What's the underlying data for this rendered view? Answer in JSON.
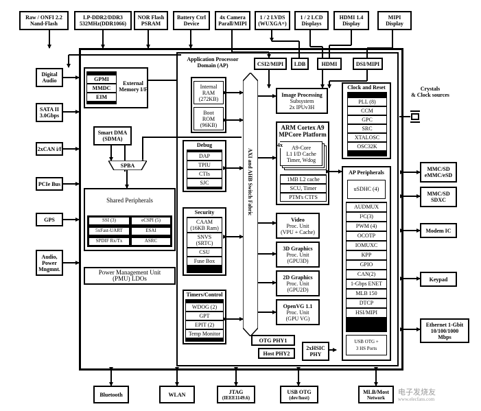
{
  "top": {
    "nand": [
      "Raw / ONFI 2.2",
      "Nand-Flash"
    ],
    "lpddr": [
      "LP-DDR2/DDR3",
      "532MHz(DDR1066)"
    ],
    "nor": [
      "NOR Flash",
      "PSRAM"
    ],
    "battery": [
      "Battery Ctrl",
      "Device"
    ],
    "camera": [
      "4x Camera",
      "Parall/MIPI"
    ],
    "lvds": [
      "1 / 2 LVDS",
      "(WUXGA+)"
    ],
    "lcd": [
      "1 / 2 LCD",
      "Displays"
    ],
    "hdmi": [
      "HDMI 1.4",
      "Display"
    ],
    "mipi": [
      "MIPI",
      "Display"
    ]
  },
  "left": {
    "digital_audio": [
      "Digital",
      "Audio"
    ],
    "sata": [
      "SATA II",
      "3.0Gbps"
    ],
    "can": "2xCAN i/f",
    "pcie": "PCIe Bus",
    "gps": "GPS",
    "audio_power": [
      "Audio,",
      "Power",
      "Mngmnt."
    ]
  },
  "right": {
    "crystals": [
      "Crystals",
      "& Clock sources"
    ],
    "mmc_emmc": [
      "MMC/SD",
      "eMMC/eSD"
    ],
    "mmc_sdxc": [
      "MMC/SD",
      "SDXC"
    ],
    "modem": "Modem IC",
    "keypad": "Keypad",
    "ethernet": [
      "Ethernet 1-Gbit",
      "10/100/1000",
      "Mbps"
    ]
  },
  "bottom": {
    "bluetooth": "Bluetooth",
    "wlan": "WLAN",
    "jtag": [
      "JTAG",
      "(IEEE1149.6)"
    ],
    "usb_otg": [
      "USB OTG",
      "(dev/host)"
    ],
    "mlb": [
      "MLB/Most",
      "Network"
    ]
  },
  "ext_mem": {
    "title": [
      "External",
      "Memory I/F"
    ],
    "items": [
      "GPMI",
      "MMDC",
      "EIM"
    ]
  },
  "sdma": [
    "Smart DMA",
    "(SDMA)"
  ],
  "spba": "SPBA",
  "shared": {
    "title": "Shared Peripherals",
    "items": [
      "SSI (3)",
      "eCSPI (5)",
      "5xFast-UART",
      "ESAI",
      "SPDIF Rx/Tx",
      "ASRC"
    ]
  },
  "pmu": [
    "Power Management Unit",
    "(PMU) LDOs"
  ],
  "ap_domain": [
    "Application Processor",
    "Domain (AP)"
  ],
  "csi": "CSI2/MIPI",
  "ldb": "LDB",
  "hdmi_blk": "HDMI",
  "dsi": "DSI/MIPI",
  "internal_ram": [
    "Internal",
    "RAM",
    "(272KB)"
  ],
  "boot_rom": [
    "Boot",
    "ROM",
    "(96KB)"
  ],
  "debug": {
    "title": "Debug",
    "items": [
      "DAP",
      "TPIU",
      "CTIs",
      "SJC"
    ]
  },
  "security": {
    "title": "Security",
    "caam": [
      "CAAM",
      "(16KB Ram)"
    ],
    "snvs": [
      "SNVS",
      "(SRTC)"
    ],
    "csu": "CSU",
    "fuse": "Fuse Box"
  },
  "timers": {
    "title": "Timers/Control",
    "items": [
      "WDOG (2)",
      "GPT",
      "EPIT (2)",
      "Temp Monitor"
    ]
  },
  "axi_label": "AXI and AHB Switch Fabric",
  "ipu": [
    "Image Processing",
    "Subsystem",
    "2x IPUv3H"
  ],
  "arm": {
    "title": [
      "ARM Cortex A9",
      "MPCore Platform"
    ],
    "core_count": "4x",
    "core": [
      "A9-Core",
      "L1 I/D Cache",
      "Timer, Wdog"
    ],
    "items": [
      "1MB L2 cache",
      "SCU, Timer",
      "PTM's CTI'S"
    ]
  },
  "video": [
    "Video",
    "Proc. Unit",
    "(VPU + Cache)"
  ],
  "g3d": [
    "3D Graphics",
    "Proc. Unit",
    "(GPU3D)"
  ],
  "g2d": [
    "2D Graphics",
    "Proc. Unit",
    "(GPU2D)"
  ],
  "openvg": [
    "OpenVG 1.1",
    "Proc. Unit",
    "(GPU VG)"
  ],
  "otg_phy": "OTG PHY1",
  "host_phy": "Host PHY2",
  "hsic": [
    "2xHSIC",
    "PHY"
  ],
  "clock_reset": {
    "title": "Clock and Reset",
    "items": [
      "PLL (8)",
      "CCM",
      "GPC",
      "SRC",
      "XTALOSC",
      "OSC32K"
    ]
  },
  "ap_periph": {
    "title": "AP Peripherals",
    "items": [
      "uSDHC (4)",
      "AUDMUX",
      "I²C(3)",
      "PWM (4)",
      "OCOTP",
      "IOMUXC",
      "KPP",
      "GPIO",
      "CAN(2)",
      "1-Gbps ENET",
      "MLB 150",
      "DTCP",
      "HSI/MIPI"
    ],
    "usb": [
      "USB OTG +",
      "3 HS Ports"
    ]
  },
  "watermark": "电子发烧友",
  "watermark_url": "www.elecfans.com"
}
